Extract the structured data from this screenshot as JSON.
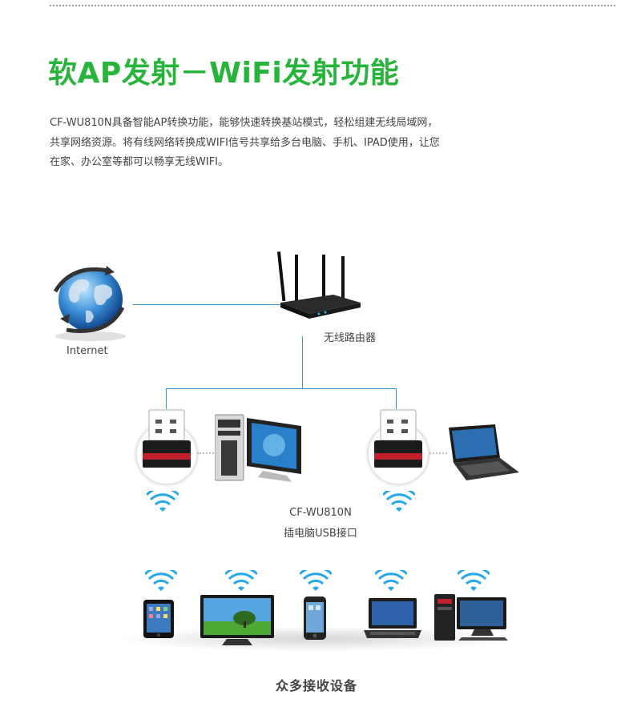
{
  "title": "软AP发射－WiFi发射功能",
  "description": [
    "CF-WU810N具备智能AP转换功能，能够快速转换基站模式，轻松组建无线局域网，",
    "共享网络资源。将有线网络转换成WIFI信号共享给多台电脑、手机、IPAD使用，让您",
    "在家、办公室等都可以畅享无线WIFI。"
  ],
  "diagram": {
    "internet_label": "Internet",
    "router_label": "无线路由器",
    "adapter_model": "CF-WU810N",
    "adapter_note": "插电脑USB接口"
  },
  "receivers_caption": "众多接收设备",
  "colors": {
    "title_green": "#27b43a",
    "link_blue": "#3a8fd0",
    "wifi_blue": "#27a9e8"
  },
  "icons": [
    "globe-icon",
    "router-icon",
    "usb-dongle-icon",
    "desktop-pc-icon",
    "laptop-icon",
    "tablet-icon",
    "tv-icon",
    "phone-icon",
    "wifi-icon"
  ]
}
